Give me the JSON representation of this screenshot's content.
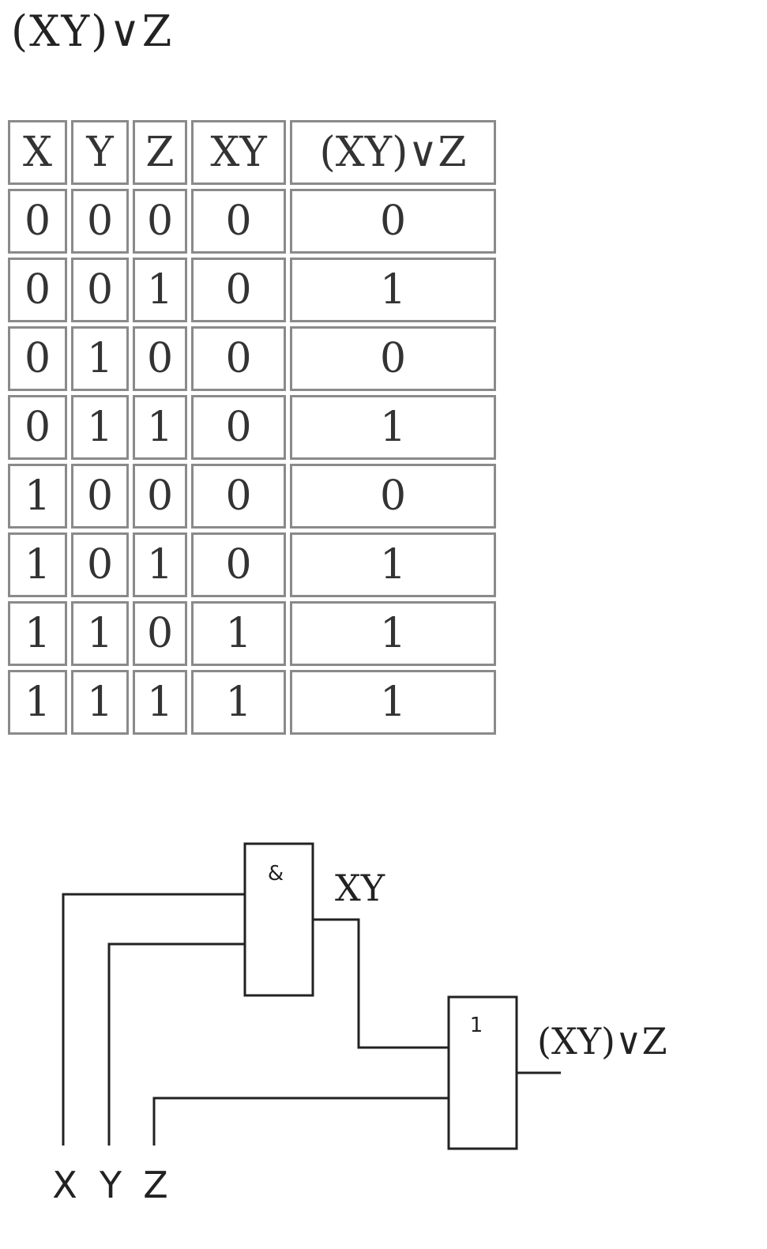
{
  "formula": "(XY)∨Z",
  "truth_table": {
    "headers": [
      "X",
      "Y",
      "Z",
      "XY",
      "(XY)∨Z"
    ],
    "rows": [
      [
        "0",
        "0",
        "0",
        "0",
        "0"
      ],
      [
        "0",
        "0",
        "1",
        "0",
        "1"
      ],
      [
        "0",
        "1",
        "0",
        "0",
        "0"
      ],
      [
        "0",
        "1",
        "1",
        "0",
        "1"
      ],
      [
        "1",
        "0",
        "0",
        "0",
        "0"
      ],
      [
        "1",
        "0",
        "1",
        "0",
        "1"
      ],
      [
        "1",
        "1",
        "0",
        "1",
        "1"
      ],
      [
        "1",
        "1",
        "1",
        "1",
        "1"
      ]
    ]
  },
  "circuit": {
    "and_gate_symbol": "&",
    "or_gate_symbol": "1",
    "and_output_label": "XY",
    "or_output_label": "(XY)∨Z",
    "inputs": [
      "X",
      "Y",
      "Z"
    ]
  }
}
